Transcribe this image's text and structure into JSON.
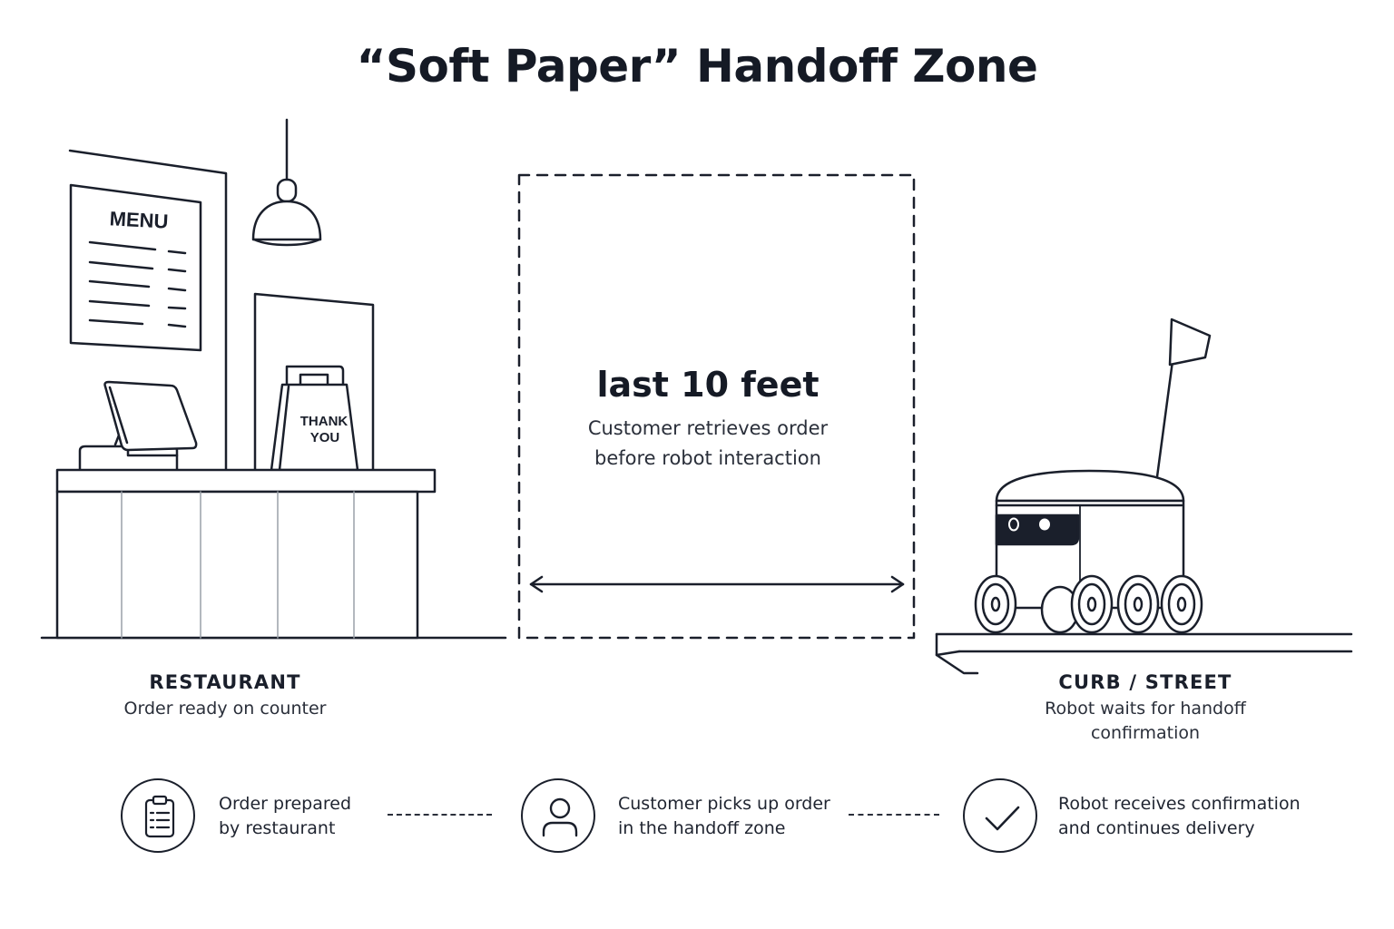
{
  "title": "“Soft Paper” Handoff Zone",
  "restaurant": {
    "menu_label": "MENU",
    "bag_label_line1": "THANK",
    "bag_label_line2": "YOU",
    "heading": "RESTAURANT",
    "description": "Order ready on counter"
  },
  "zone": {
    "heading": "last 10 feet",
    "description_line1": "Customer retrieves order",
    "description_line2": "before robot interaction"
  },
  "curb": {
    "heading": "CURB / STREET",
    "description_line1": "Robot waits for handoff",
    "description_line2": "confirmation"
  },
  "steps": [
    {
      "icon": "clipboard-icon",
      "line1": "Order prepared",
      "line2": "by restaurant"
    },
    {
      "icon": "person-icon",
      "line1": "Customer picks up order",
      "line2": "in the handoff zone"
    },
    {
      "icon": "checkmark-icon",
      "line1": "Robot receives confirmation",
      "line2": "and continues delivery"
    }
  ],
  "colors": {
    "ink": "#1a1f2b",
    "background": "#ffffff",
    "robot_visor": "#1a1f2b"
  }
}
